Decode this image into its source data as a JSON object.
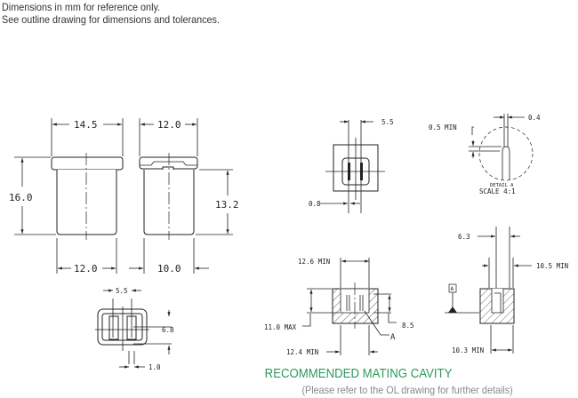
{
  "notes": [
    "Dimensions in mm for reference only.",
    "See outline drawing for dimensions and tolerances."
  ],
  "front_view": {
    "width_top": "14.5",
    "height": "16.0",
    "width_bottom": "12.0"
  },
  "side_view": {
    "width_top": "12.0",
    "height": "13.2",
    "width_bottom": "10.0"
  },
  "bottom_view": {
    "terminal_spacing": "5.5",
    "terminal_length": "6.8",
    "terminal_width": "1.0"
  },
  "terminal_view": {
    "spacing": "5.5",
    "thickness": "0.8"
  },
  "detail": {
    "min": "0.5 MIN",
    "width": "0.4",
    "label": "DETAIL A",
    "scale": "SCALE 4:1"
  },
  "cavity_front": {
    "top": "12.6 MIN",
    "depth": "11.0 MAX",
    "height": "8.5",
    "ref": "A",
    "bottom": "12.4 MIN"
  },
  "cavity_side": {
    "top": "6.3",
    "inner": "10.5 MIN",
    "bottom": "10.3 MIN",
    "datum": "A"
  },
  "caption": {
    "title": "RECOMMENDED MATING CAVITY",
    "subtitle": "(Please refer to the OL drawing for further details)"
  },
  "colors": {
    "accent": "#2e9a5e"
  }
}
